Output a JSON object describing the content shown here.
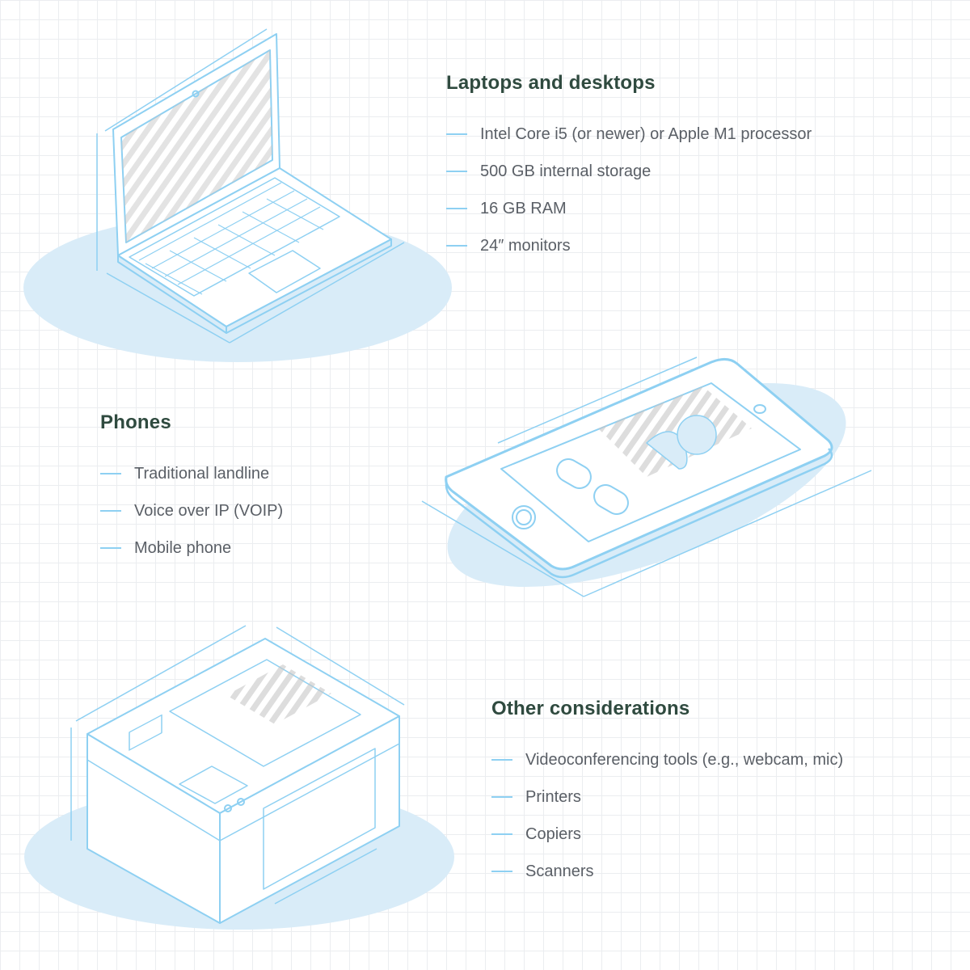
{
  "colors": {
    "grid": "#ebedf0",
    "outline": "#8ed0f2",
    "shadow": "#d9ecf8",
    "heading": "#2f4a3f",
    "text": "#5a5f66",
    "screen_rays": "#c6c6c6"
  },
  "sections": {
    "laptops": {
      "title": "Laptops and desktops",
      "items": [
        "Intel Core i5 (or newer) or Apple M1 processor",
        "500 GB internal storage",
        "16 GB RAM",
        "24″ monitors"
      ]
    },
    "phones": {
      "title": "Phones",
      "items": [
        "Traditional landline",
        "Voice over IP (VOIP)",
        "Mobile phone"
      ]
    },
    "other": {
      "title": "Other considerations",
      "items": [
        "Videoconferencing tools (e.g., webcam, mic)",
        "Printers",
        "Copiers",
        "Scanners"
      ]
    }
  },
  "illustrations": [
    "laptop-icon",
    "phone-icon",
    "printer-icon"
  ]
}
